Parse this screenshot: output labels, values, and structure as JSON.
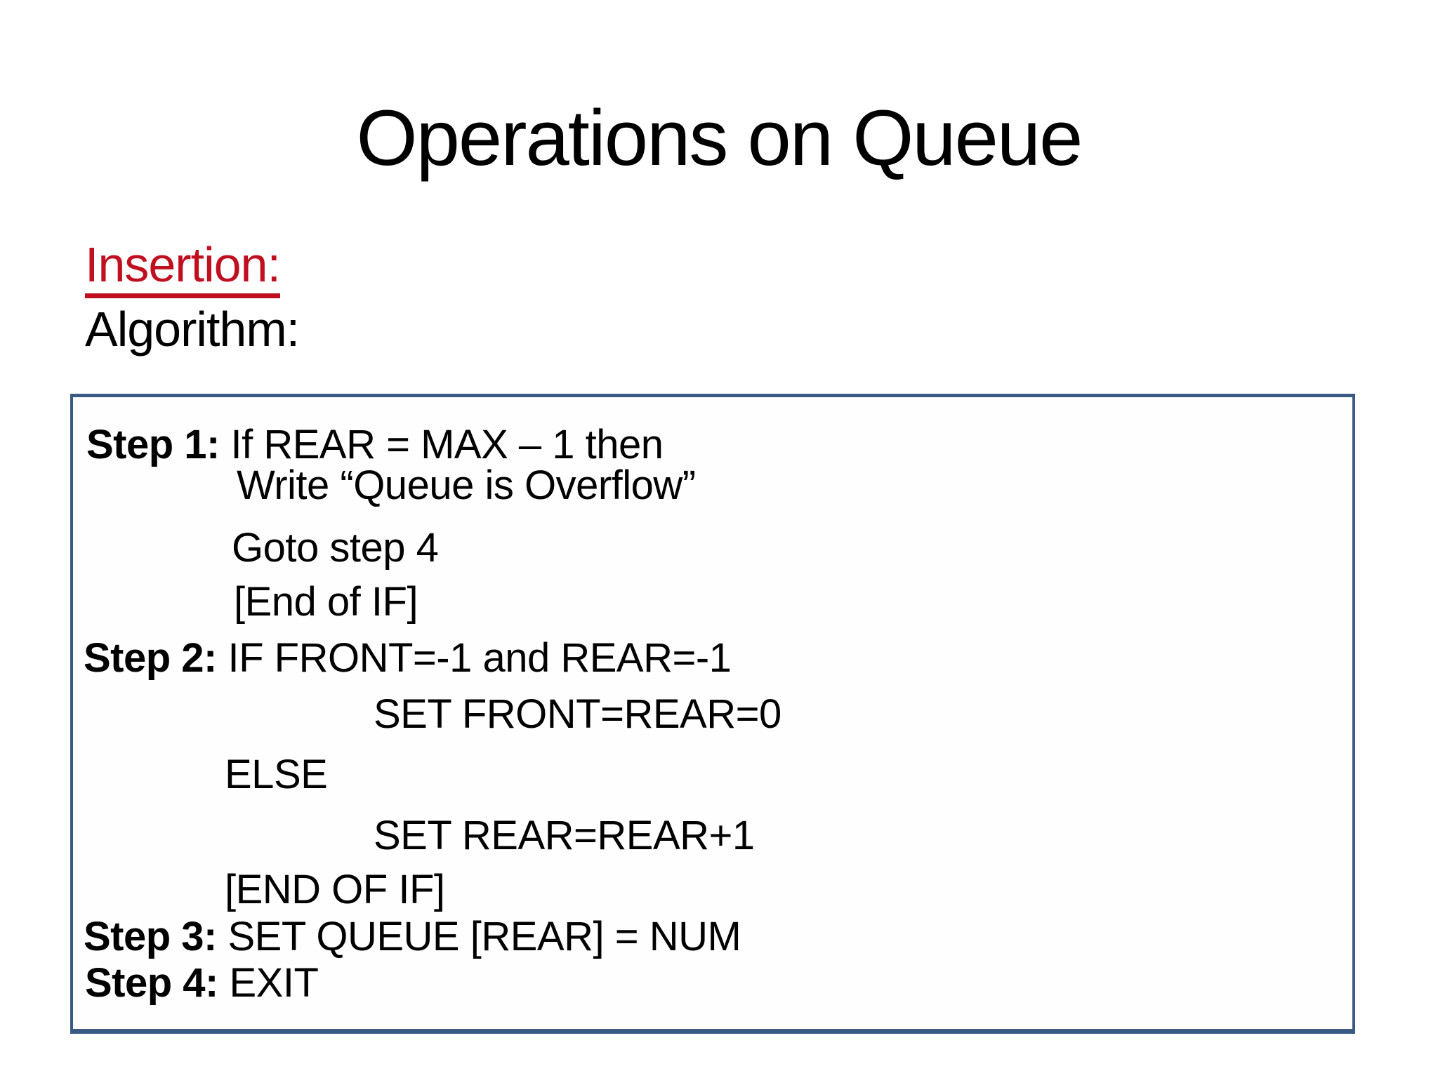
{
  "slide": {
    "title": "Operations on Queue",
    "insertion_heading": "Insertion:",
    "algorithm_heading": "Algorithm:",
    "colors": {
      "heading_red": "#C01020",
      "box_border_blue": "#3B5A81",
      "text_black": "#000000",
      "background": "#FFFFFF"
    },
    "algorithm_box": {
      "lines": [
        {
          "label": "Step 1:",
          "text": " If REAR = MAX – 1 then"
        },
        {
          "label": "",
          "text": "Write “Queue is Overflow”"
        },
        {
          "label": "",
          "text": "Goto step 4"
        },
        {
          "label": "",
          "text": "[End of IF]"
        },
        {
          "label": "Step 2:",
          "text": " IF FRONT=-1 and REAR=-1"
        },
        {
          "label": "",
          "text": "SET FRONT=REAR=0"
        },
        {
          "label": "",
          "text": "ELSE"
        },
        {
          "label": "",
          "text": "SET REAR=REAR+1"
        },
        {
          "label": "",
          "text": "[END OF IF]"
        },
        {
          "label": "Step 3:",
          "text": " SET QUEUE [REAR] = NUM"
        },
        {
          "label": "Step 4:",
          "text": " EXIT"
        }
      ]
    }
  }
}
